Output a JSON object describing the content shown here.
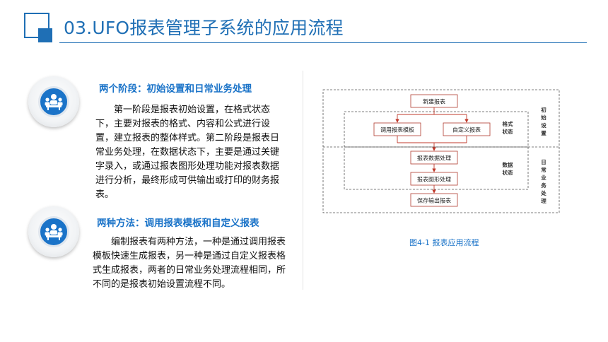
{
  "header": {
    "title": "03.UFO报表管理子系统的应用流程"
  },
  "sections": [
    {
      "icon": "team-meeting-icon",
      "heading": "两个阶段：初始设置和日常业务处理",
      "body": "第一阶段是报表初始设置，在格式状态下，主要对报表的格式、内容和公式进行设置，建立报表的整体样式。第二阶段是报表日常业务处理，在数据状态下，主要是通过关键字录入，或通过报表图形处理功能对报表数据进行分析，最终形成可供输出或打印的财务报表。"
    },
    {
      "icon": "team-meeting-icon",
      "heading": "两种方法：调用报表模板和自定义报表",
      "body": "编制报表有两种方法，一种是通过调用报表模板快速生成报表，另一种是通过自定义报表格式生成报表，两者的日常业务处理流程相同，所不同的是报表初始设置流程不同。"
    }
  ],
  "diagram": {
    "boxes": {
      "new": "新建报表",
      "template": "调用报表模板",
      "custom": "自定义报表",
      "data": "报表数据处理",
      "chart": "报表图形处理",
      "save": "保存输出报表"
    },
    "inner_labels": {
      "format_state": [
        "格式",
        "状态"
      ],
      "data_state": [
        "数据",
        "状态"
      ]
    },
    "side_labels": {
      "initial": [
        "初",
        "始",
        "设",
        "置"
      ],
      "daily": [
        "日",
        "常",
        "业",
        "务",
        "处",
        "理"
      ]
    },
    "caption": "图4-1 报表应用流程"
  },
  "colors": {
    "accent": "#1f6fb5",
    "heading": "#1a73c8",
    "arrow": "#c0392b"
  }
}
